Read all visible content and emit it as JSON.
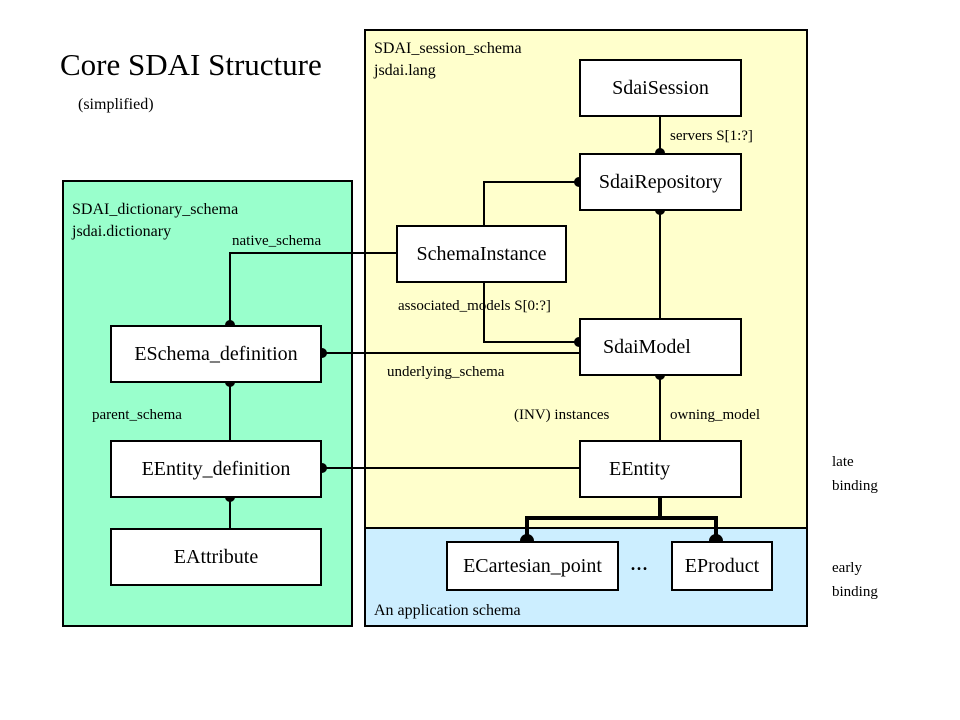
{
  "title": "Core SDAI Structure",
  "subtitle": "(simplified)",
  "regions": {
    "session": {
      "line1": "SDAI_session_schema",
      "line2": "jsdai.lang",
      "color": "#ffffcc"
    },
    "dictionary": {
      "line1": "SDAI_dictionary_schema",
      "line2": "jsdai.dictionary",
      "color": "#99ffcc"
    },
    "application": {
      "label": "An application schema",
      "color": "#cceeff"
    }
  },
  "boxes": {
    "sdai_session": "SdaiSession",
    "sdai_repository": "SdaiRepository",
    "schema_instance": "SchemaInstance",
    "sdai_model": "SdaiModel",
    "eentity": "EEntity",
    "eschema_definition": "ESchema_definition",
    "eentity_definition": "EEntity_definition",
    "eattribute": "EAttribute",
    "ecartesian_point": "ECartesian_point",
    "eproduct": "EProduct"
  },
  "ellipsis": "...",
  "relations": {
    "servers": "servers S[1:?]",
    "native_schema": "native_schema",
    "associated_models": "associated_models S[0:?]",
    "underlying_schema": "underlying_schema",
    "parent_schema": "parent_schema",
    "instances": "(INV) instances",
    "owning_model": "owning_model"
  },
  "binding": {
    "late_1": "late",
    "late_2": "binding",
    "early_1": "early",
    "early_2": "binding"
  }
}
